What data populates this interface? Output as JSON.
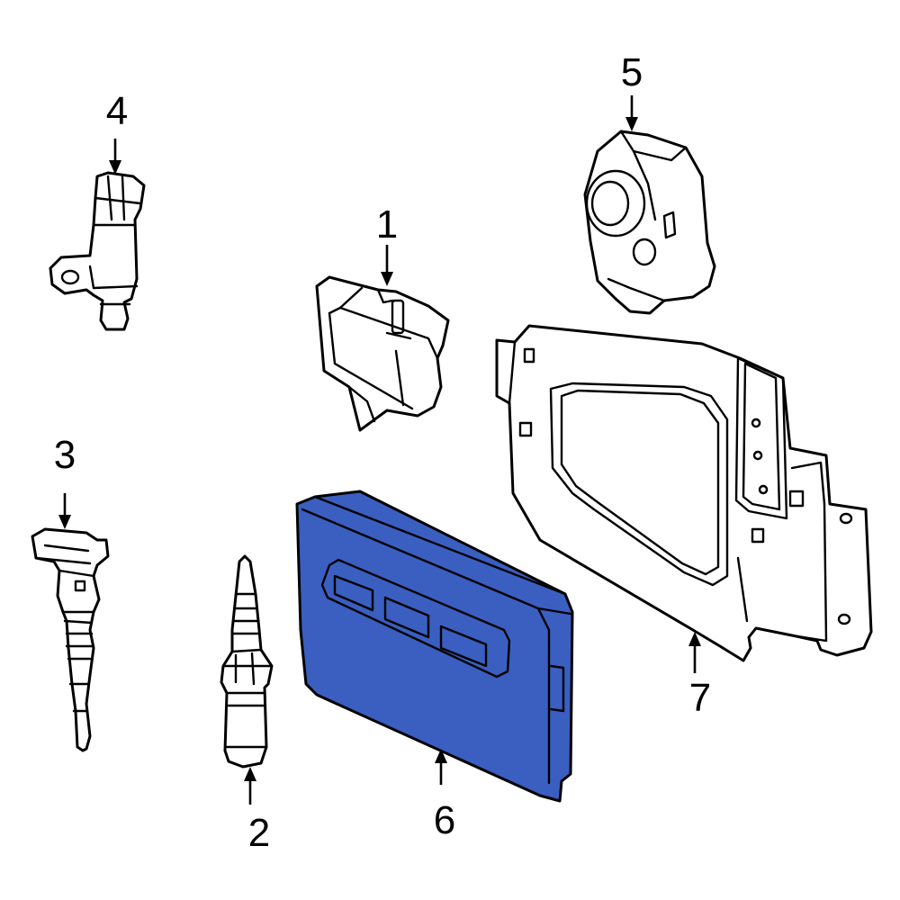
{
  "colors": {
    "highlight": "#3a5fc1",
    "line": "#000000",
    "background": "#ffffff"
  },
  "callouts": {
    "c1": "1",
    "c2": "2",
    "c3": "3",
    "c4": "4",
    "c5": "5",
    "c6": "6",
    "c7": "7"
  },
  "highlighted_part": "6"
}
